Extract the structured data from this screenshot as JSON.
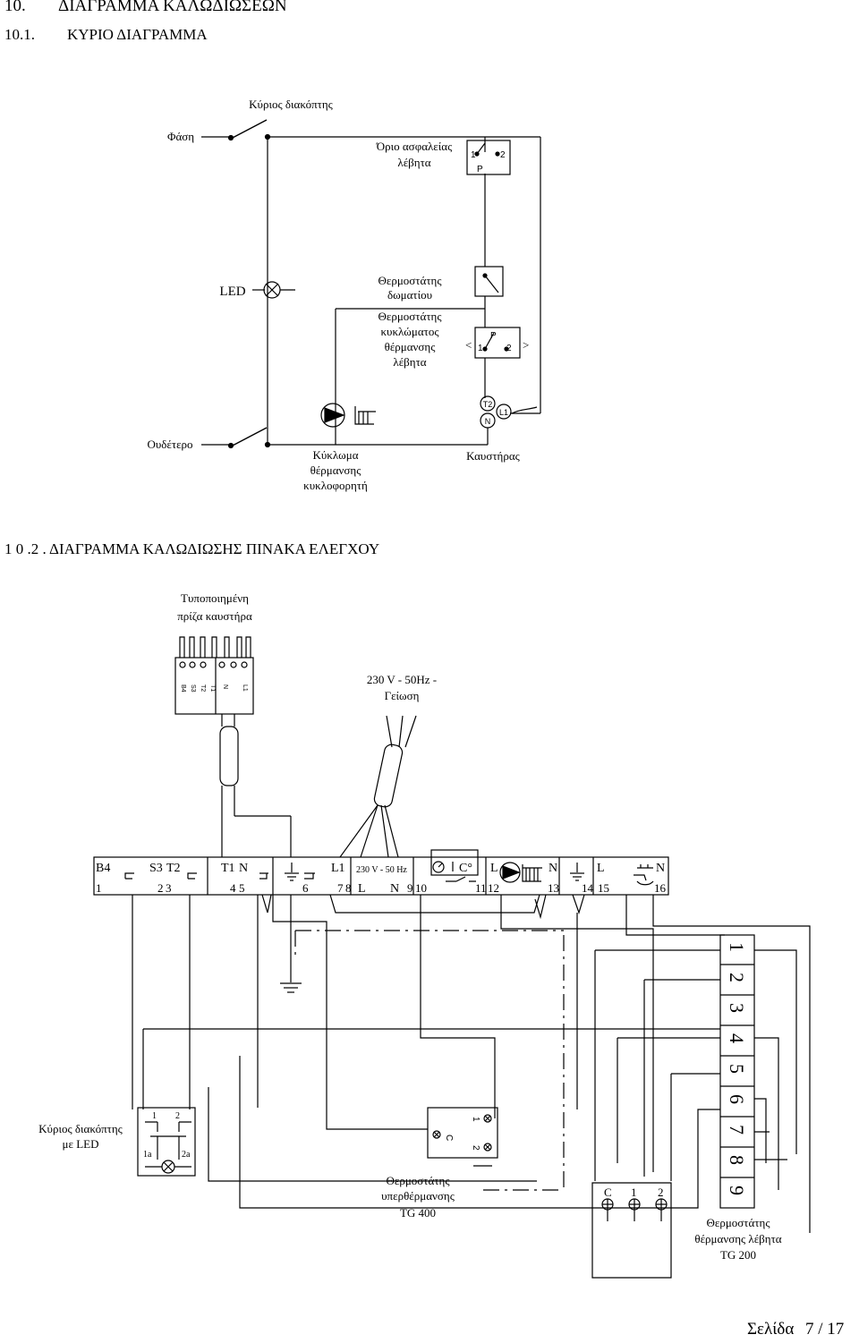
{
  "headings": {
    "h1_num": "10.",
    "h1": "ΔΙΑΓΡΑΜΜΑ ΚΑΛΩΔΙΩΣΕΩΝ",
    "h2_num": "10.1.",
    "h2": "ΚΥΡΙΟ ΔΙΑΓΡΑΜΜΑ",
    "h3": "1 0 .2 .   ΔΙΑΓΡΑΜΜΑ ΚΑΛΩΔΙΩΣΗΣ ΠΙΝΑΚΑ ΕΛΕΓΧΟΥ"
  },
  "main_diagram": {
    "main_switch": "Κύριος διακόπτης",
    "phase": "Φάση",
    "boiler_limit_l1": "Όριο ασφαλείας",
    "boiler_limit_l2": "λέβητα",
    "led": "LED",
    "room_thermo_l1": "Θερμοστάτης",
    "room_thermo_l2": "δωματίου",
    "circ_thermo_l1": "Θερμοστάτης",
    "circ_thermo_l2": "κυκλώματος",
    "circ_thermo_l3": "θέρμανσης",
    "circ_thermo_l4": "λέβητα",
    "neutral": "Ουδέτερο",
    "pump_l1": "Κύκλωμα",
    "pump_l2": "θέρμανσης",
    "pump_l3": "κυκλοφορητή",
    "burner": "Καυστήρας",
    "t1": "1",
    "t2": "2",
    "tP": "P",
    "lt": "<",
    "gt": ">",
    "T2": "T2",
    "N": "N",
    "L1": "L1"
  },
  "panel_diagram": {
    "plug_l1": "Τυποποιημένη",
    "plug_l2": "πρίζα καυστήρα",
    "plug_pins": [
      "B4",
      "S3",
      "T2",
      "T1",
      "N",
      "L1"
    ],
    "supply_l1": "230 V - 50Hz -",
    "supply_l2": "Γείωση",
    "strip_top": [
      "B4",
      "S3",
      "T2",
      "T1",
      "N",
      "L1",
      "C°",
      "L",
      "N",
      "L",
      "N"
    ],
    "strip_supply": "230 V - 50 Hz",
    "strip_L": "L",
    "strip_N": "N",
    "strip_nums": [
      "1",
      "2",
      "3",
      "4",
      "5",
      "6",
      "7",
      "8",
      "9",
      "10",
      "11",
      "12",
      "13",
      "14",
      "15",
      "16"
    ],
    "big_terminals": [
      "1",
      "2",
      "3",
      "4",
      "5",
      "6",
      "7",
      "8",
      "9"
    ],
    "main_led_l1": "Κύριος διακόπτης",
    "main_led_l2": "με  LED",
    "sw_1": "1",
    "sw_2": "2",
    "sw_1a": "1a",
    "sw_2a": "2a",
    "overheat_l1": "Θερμοστάτης",
    "overheat_l2": "υπερθέρμανσης",
    "overheat_l3": "TG  400",
    "oh_C": "C",
    "oh_1": "1",
    "oh_2": "2",
    "boiler_thermo_l1": "Θερμοστάτης",
    "boiler_thermo_l2": "θέρμανσης λέβητα",
    "boiler_thermo_l3": "TG  200",
    "bt_C": "C",
    "bt_1": "1",
    "bt_2": "2"
  },
  "footer": {
    "page_label": "Σελίδα",
    "page_num": "7 / 17"
  }
}
